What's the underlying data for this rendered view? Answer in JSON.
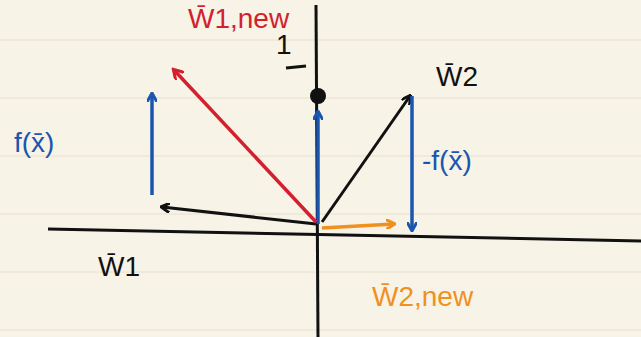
{
  "diagram": {
    "labels": [
      "W̄1,new",
      "W̄2",
      "f(x̄)",
      "-f(x̄)",
      "W̄1",
      "W̄2,new",
      "1"
    ]
  }
}
